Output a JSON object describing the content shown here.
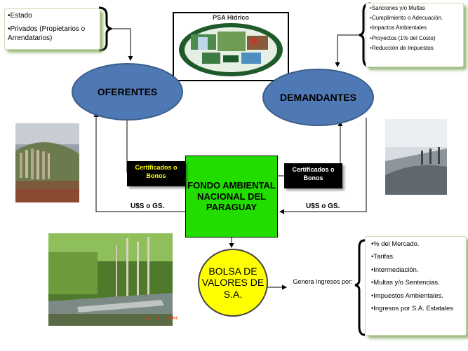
{
  "logo": {
    "title": "PSA Hídrico"
  },
  "oferentes": {
    "label": "OFERENTES",
    "items": [
      "Estado",
      "Privados (Propietarios o Arrendatarios)"
    ]
  },
  "demandantes": {
    "label": "DEMANDANTES",
    "items": [
      "Sanciones y/o Multas",
      "Cumplimiento o Adecuación.",
      "Impactos Ambientales",
      "Proyectos (1% del Costo)",
      "Reducción de Impuestos"
    ]
  },
  "fondo": {
    "label": "FONDO AMBIENTAL NACIONAL DEL PARAGUAY"
  },
  "certificados_left": "Certificados o Bonos",
  "certificados_right": "Certificados o Bonos",
  "usd_left": "U$S o GS.",
  "usd_right": "U$S o GS.",
  "bolsa": {
    "label": "BOLSA DE VALORES DE S.A."
  },
  "genera": "Genera Ingresos por:",
  "ingresos": {
    "items": [
      "% del Mercado.",
      "Tarifas.",
      "Intermediación.",
      "Multas y/o Sentencias.",
      "Impuestos Ambientales.",
      "Ingresos por S.A. Estatales"
    ]
  },
  "photo_date": "15 . 1 . 2004",
  "colors": {
    "ellipse": "#4f79b5",
    "fondo": "#22dd00",
    "bolsa": "#ffff00",
    "shadow": "#7aa050"
  }
}
